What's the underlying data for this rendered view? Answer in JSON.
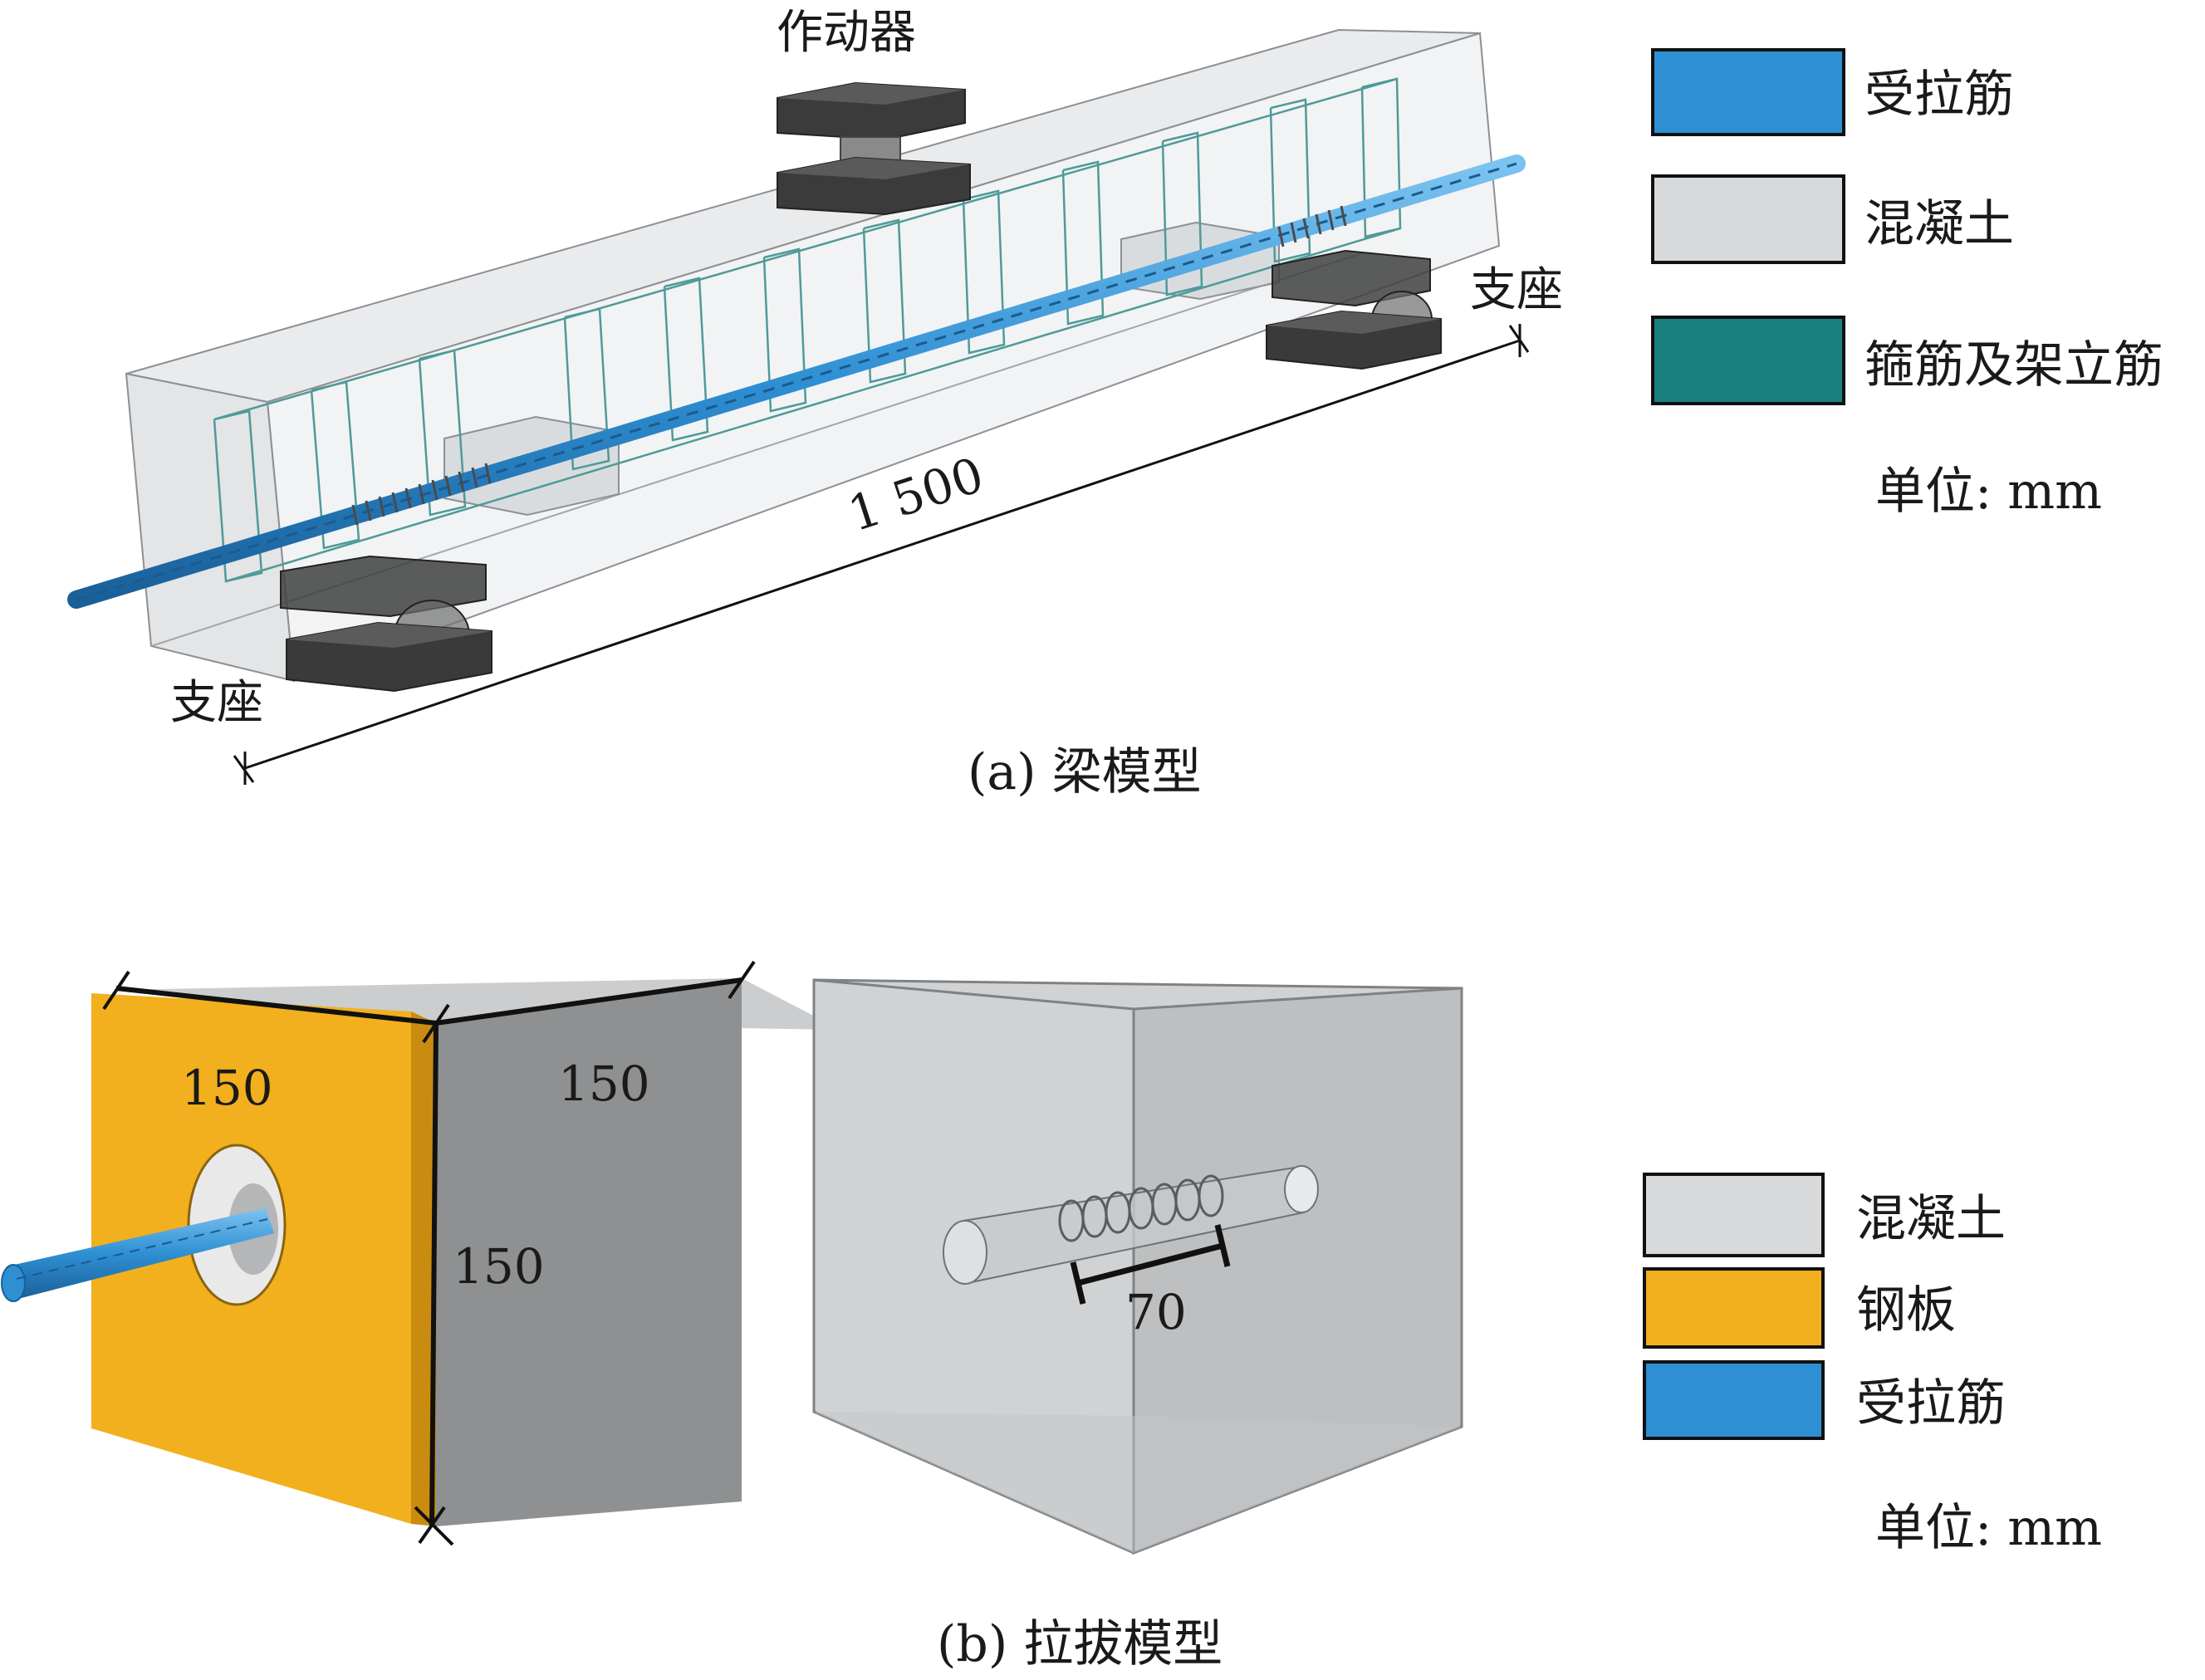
{
  "panel_a": {
    "caption": "(a) 梁模型",
    "labels": {
      "actuator": "作动器",
      "support_left": "支座",
      "support_right": "支座",
      "span": "1 500"
    },
    "legend": [
      {
        "label": "受拉筋",
        "color": "#2e8fd3"
      },
      {
        "label": "混凝土",
        "color": "#d7d9db"
      },
      {
        "label": "箍筋及架立筋",
        "color": "#1a7f7f"
      }
    ],
    "unit": "单位: mm"
  },
  "panel_b": {
    "caption": "(b) 拉拔模型",
    "dims": {
      "front_width": "150",
      "side_depth": "150",
      "height": "150",
      "bond_length": "70"
    },
    "legend": [
      {
        "label": "混凝土",
        "color": "#d7d9db"
      },
      {
        "label": "钢板",
        "color": "#f2b01e"
      },
      {
        "label": "受拉筋",
        "color": "#2e8fd3"
      }
    ],
    "unit": "单位: mm"
  }
}
